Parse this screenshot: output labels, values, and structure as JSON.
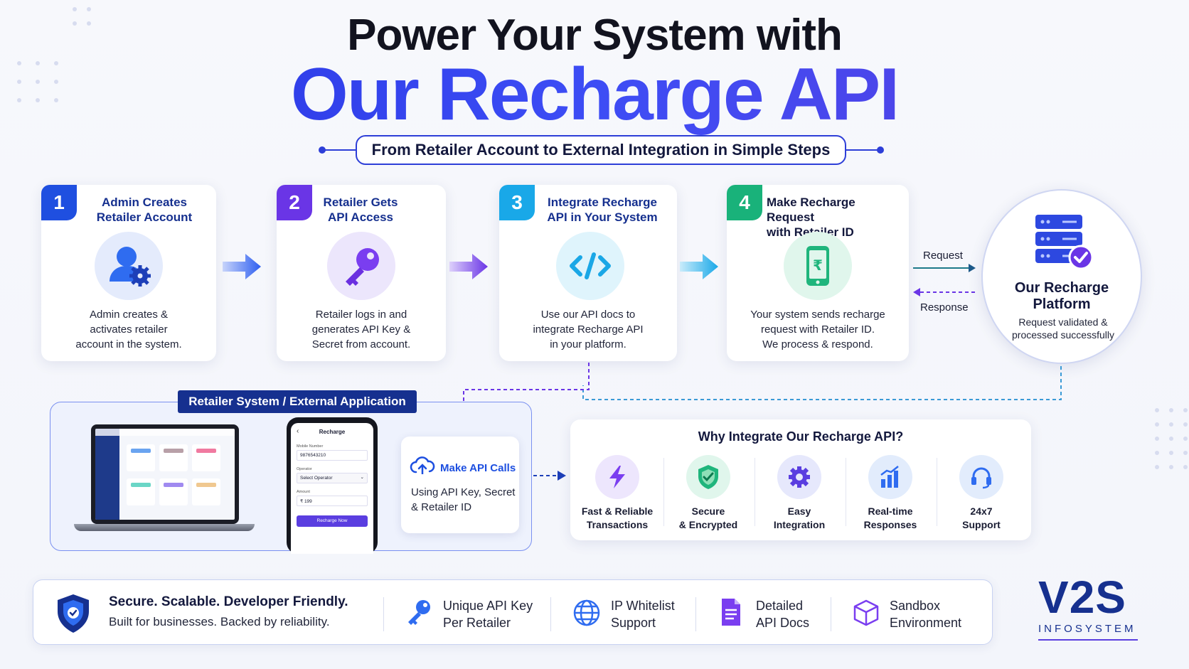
{
  "title": {
    "line1": "Power Your System with",
    "line2": "Our Recharge API"
  },
  "subtitle": "From Retailer Account to External Integration in Simple Steps",
  "steps": [
    {
      "num": "1",
      "title_l1": "Admin Creates",
      "title_l2": "Retailer Account",
      "desc_l1": "Admin creates &",
      "desc_l2": "activates retailer",
      "desc_l3": "account in the system.",
      "icon": "user-gear-icon",
      "color": "#1f4fe0"
    },
    {
      "num": "2",
      "title_l1": "Retailer Gets",
      "title_l2": "API Access",
      "desc_l1": "Retailer logs in and",
      "desc_l2": "generates API Key &",
      "desc_l3": "Secret from account.",
      "icon": "key-icon",
      "color": "#6a35e6"
    },
    {
      "num": "3",
      "title_l1": "Integrate Recharge",
      "title_l2": "API in Your System",
      "desc_l1": "Use our API docs to",
      "desc_l2": "integrate Recharge API",
      "desc_l3": "in your platform.",
      "icon": "code-icon",
      "color": "#19a8e8"
    },
    {
      "num": "4",
      "title_l1": "Make Recharge Request",
      "title_l2": "with Retailer ID",
      "desc_l1": "Your system sends recharge",
      "desc_l2": "request with Retailer ID.",
      "desc_l3": "We process & respond.",
      "icon": "phone-rupee-icon",
      "color": "#19b27a"
    }
  ],
  "flow": {
    "request": "Request",
    "response": "Response"
  },
  "platform": {
    "title_l1": "Our Recharge",
    "title_l2": "Platform",
    "desc_l1": "Request validated &",
    "desc_l2": "processed successfully"
  },
  "system": {
    "label": "Retailer System / External Application",
    "phone": {
      "header": "Recharge",
      "mobile_label": "Mobile Number",
      "mobile_value": "9876543210",
      "operator_label": "Operator",
      "operator_value": "Select Operator",
      "amount_label": "Amount",
      "amount_value": "₹ 199",
      "button": "Recharge Now"
    },
    "api_call": {
      "title": "Make API Calls",
      "desc_l1": "Using API Key, Secret",
      "desc_l2": "& Retailer ID"
    }
  },
  "why": {
    "title": "Why Integrate Our Recharge API?",
    "items": [
      {
        "l1": "Fast & Reliable",
        "l2": "Transactions",
        "icon": "lightning-icon"
      },
      {
        "l1": "Secure",
        "l2": "& Encrypted",
        "icon": "shield-icon"
      },
      {
        "l1": "Easy",
        "l2": "Integration",
        "icon": "gear-icon"
      },
      {
        "l1": "Real-time",
        "l2": "Responses",
        "icon": "bar-chart-icon"
      },
      {
        "l1": "24x7",
        "l2": "Support",
        "icon": "headset-icon"
      }
    ]
  },
  "footer": {
    "headline": "Secure. Scalable. Developer Friendly.",
    "tagline": "Built for businesses. Backed by reliability.",
    "items": [
      {
        "l1": "Unique API Key",
        "l2": "Per Retailer",
        "icon": "key-icon"
      },
      {
        "l1": "IP Whitelist",
        "l2": "Support",
        "icon": "globe-icon"
      },
      {
        "l1": "Detailed",
        "l2": "API Docs",
        "icon": "document-icon"
      },
      {
        "l1": "Sandbox",
        "l2": "Environment",
        "icon": "cube-icon"
      }
    ]
  },
  "brand": {
    "name": "V2S",
    "sub": "INFOSYSTEM"
  },
  "colors": {
    "primary": "#2433e0",
    "navy": "#16308f"
  }
}
